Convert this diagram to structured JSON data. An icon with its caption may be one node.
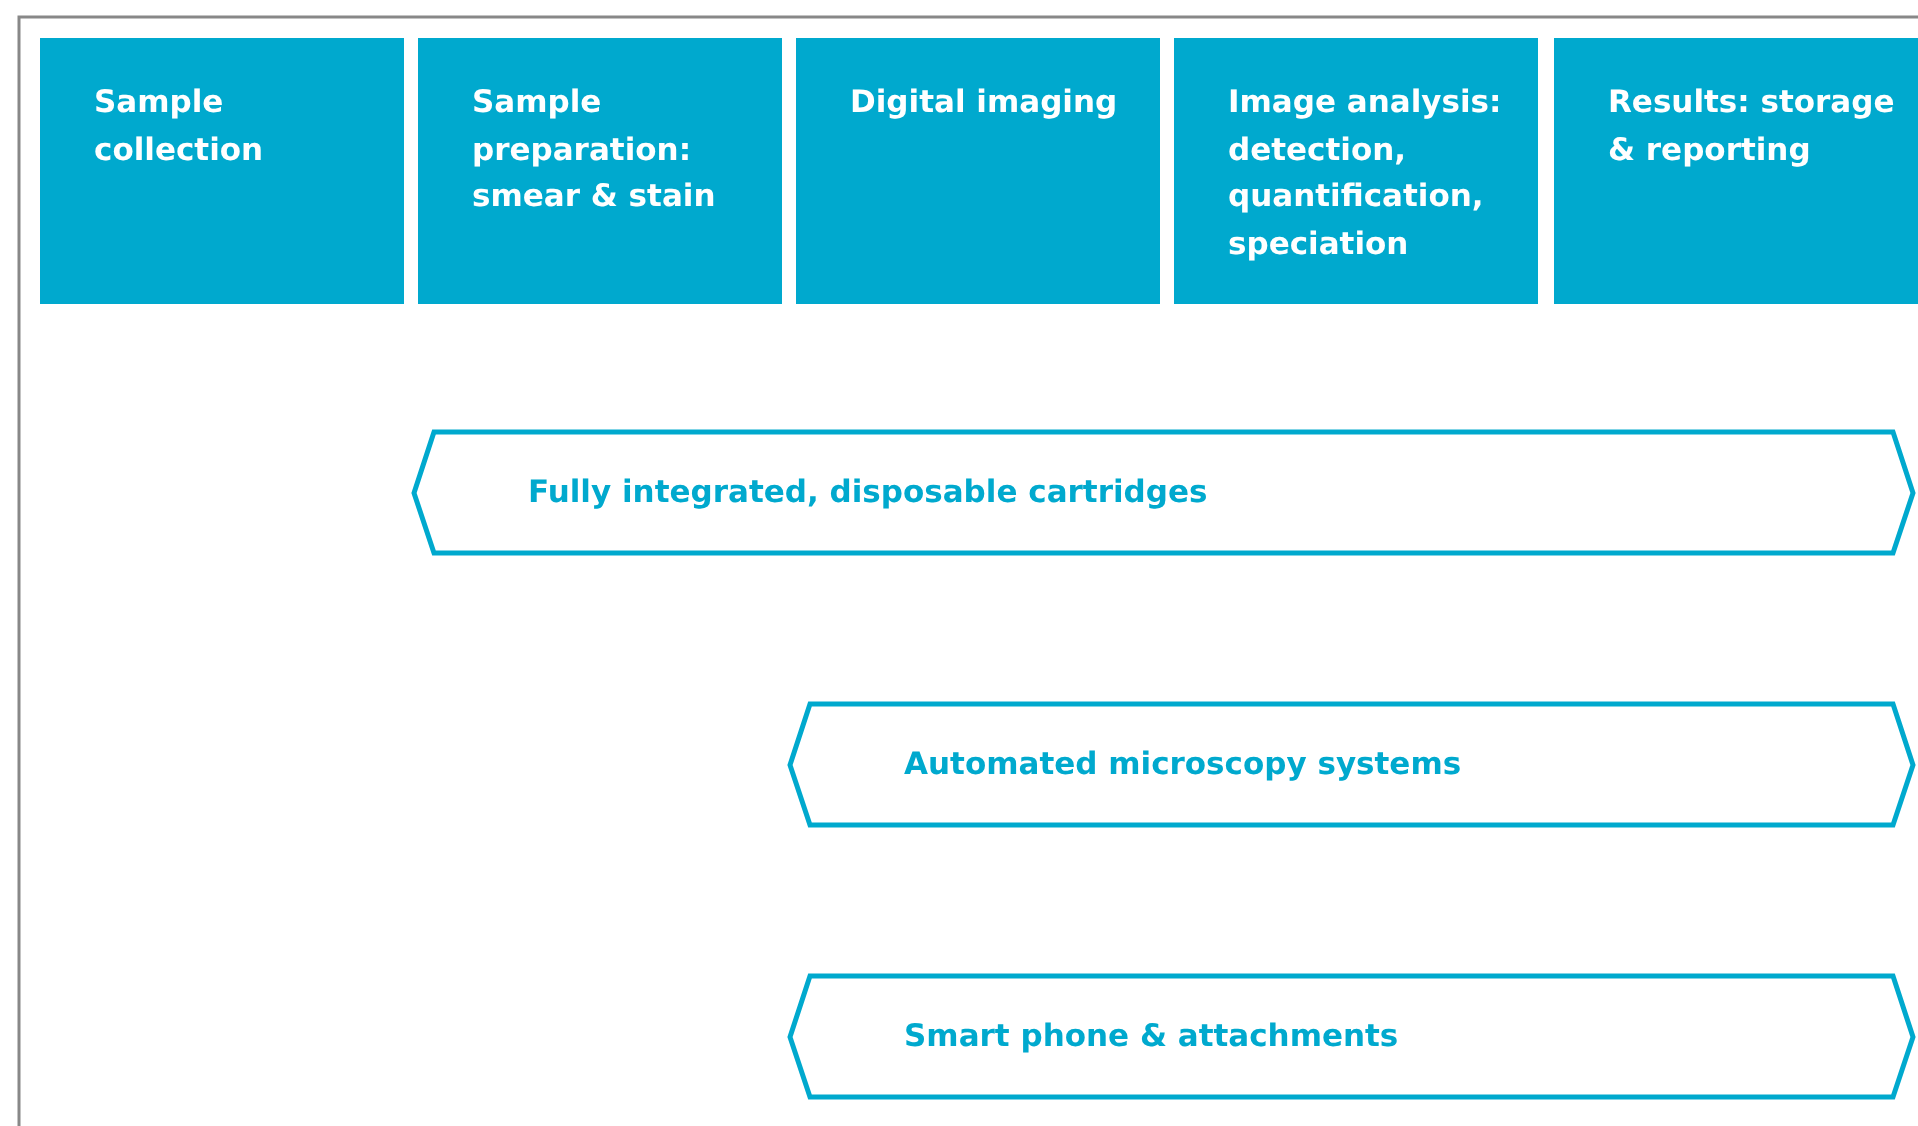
{
  "diagram": {
    "nodes": [
      {
        "text": [
          "Sample collection"
        ]
      },
      {
        "text": [
          "Sample preparation: smear & stain"
        ]
      },
      {
        "text": [
          "Digital imaging"
        ]
      },
      {
        "text": [
          "Image analysis: detection, quantification, speciation"
        ]
      },
      {
        "text": [
          "Results: storage & reporting"
        ]
      },
      {
        "text": [
          "Fully integrated, disposable cartridges"
        ]
      },
      {
        "text": [
          "Automated microscopy systems"
        ]
      },
      {
        "text": [
          "Smart phone & attachments"
        ]
      }
    ]
  }
}
